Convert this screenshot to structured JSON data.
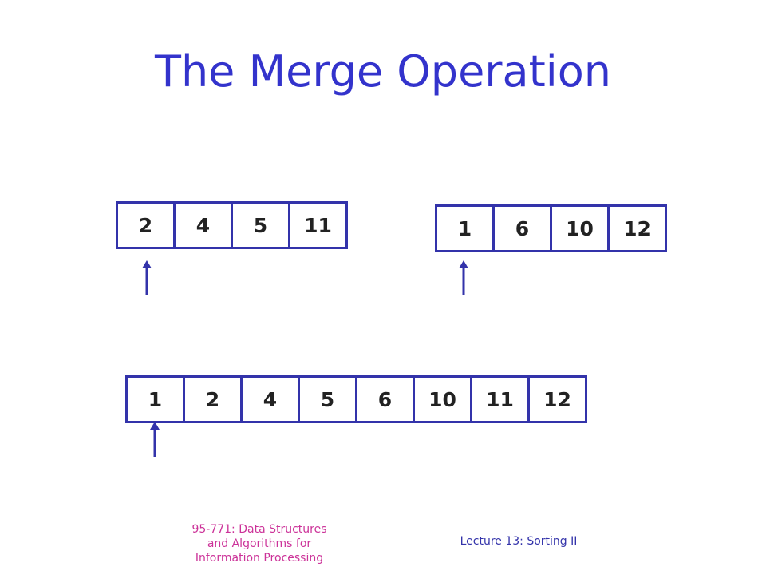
{
  "slide": {
    "title": "The Merge Operation",
    "accent_color": "#3333cc",
    "border_color": "#3333aa"
  },
  "left_array": [
    "2",
    "4",
    "5",
    "11"
  ],
  "right_array": [
    "1",
    "6",
    "10",
    "12"
  ],
  "merged_array": [
    "1",
    "2",
    "4",
    "5",
    "6",
    "10",
    "11",
    "12"
  ],
  "footer": {
    "course_line1": "95-771: Data Structures",
    "course_line2": "and Algorithms for",
    "course_line3": "Information Processing",
    "lecture": "Lecture 13: Sorting II"
  }
}
